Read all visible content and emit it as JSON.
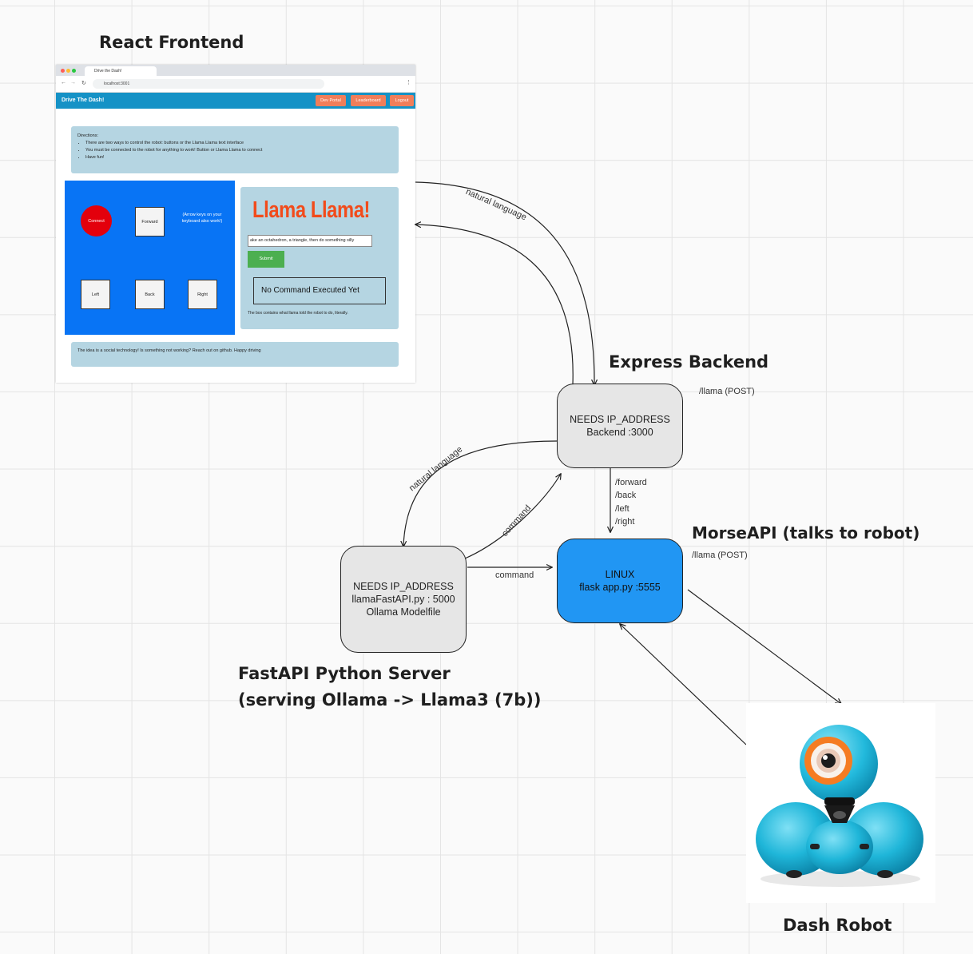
{
  "headings": {
    "react": "React Frontend",
    "express": "Express Backend",
    "morse": "MorseAPI (talks to robot)",
    "fastapi_line1": "FastAPI Python Server",
    "fastapi_line2": "(serving Ollama -> Llama3 (7b))",
    "dash": "Dash Robot"
  },
  "nodes": {
    "express": {
      "line1": "NEEDS IP_ADDRESS",
      "line2": "Backend :3000",
      "side_label": "/llama (POST)"
    },
    "morse": {
      "line1": "LINUX",
      "line2": "flask app.py :5555",
      "side_label": "/llama (POST)"
    },
    "fastapi": {
      "line1": "NEEDS IP_ADDRESS",
      "line2": "llamaFastAPI.py : 5000",
      "line3": "Ollama Modelfile"
    }
  },
  "edge_labels": {
    "react_to_express": "natural language",
    "express_to_fastapi": "natural language",
    "fastapi_to_express": "command",
    "fastapi_to_morse": "command",
    "routes": [
      "/forward",
      "/back",
      "/left",
      "/right"
    ]
  },
  "screenshot": {
    "tab_title": "Drive the Dash!",
    "url": "localhost:3001",
    "nav_title": "Drive The Dash!",
    "nav_buttons": [
      "Dev Portal",
      "Leaderboard",
      "Logout"
    ],
    "directions_title": "Directions:",
    "directions": [
      "There are two ways to control the robot: buttons or the Llama Llama text interface",
      "You must be connected to the robot for anything to work! Button or Llama Llama to connect",
      "Have fun!"
    ],
    "connect": "Connect",
    "forward": "Forward",
    "left": "Left",
    "back": "Back",
    "right": "Right",
    "arrow_hint": "(Arrow keys on your keyboard also work!)",
    "llama_title": "Llama Llama!",
    "input_value": "ake an octahedron, a triangle, then do something silly",
    "submit": "Submit",
    "result": "No Command Executed Yet",
    "result_caption": "The box contains what llama told the robot to do, literally.",
    "footer": "The idea is a social technology! Is something not working? Reach out on github. Happy driving"
  },
  "colors": {
    "express_node": "#e6e6e6",
    "fastapi_node": "#e6e6e6",
    "morse_node": "#2196f3",
    "llama_title": "#f24b1b",
    "control_panel": "#0874f5",
    "nav": "#1592c6",
    "connect_button": "#e3000c",
    "submit_button": "#4caf50",
    "robot_body": "#1fb6d9",
    "robot_eye": "#f57c22"
  }
}
